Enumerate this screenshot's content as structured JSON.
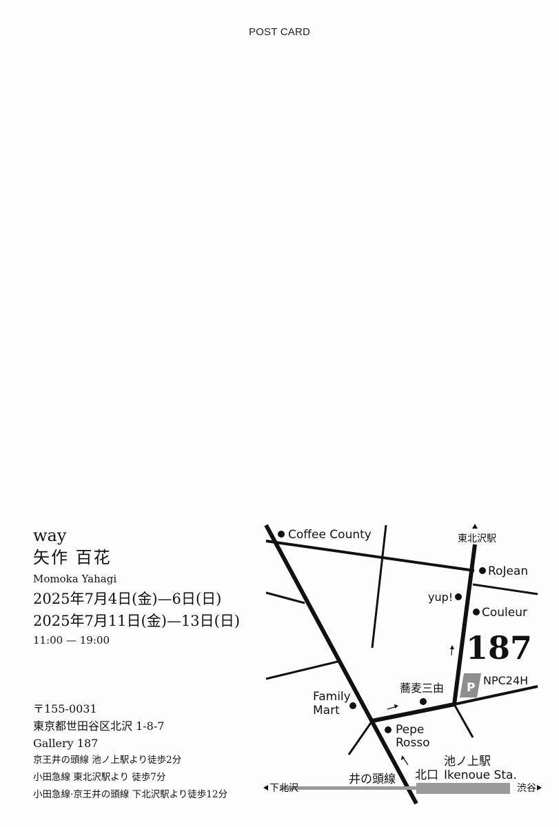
{
  "header": {
    "label": "POST CARD"
  },
  "exhibition": {
    "title": "way",
    "artist_ja": "矢作 百花",
    "artist_en": "Momoka Yahagi",
    "dates": [
      "2025年7月4日(金)—6日(日)",
      "2025年7月11日(金)—13日(日)"
    ],
    "hours": "11:00 — 19:00"
  },
  "address": {
    "postal": "〒155-0031",
    "street": "東京都世田谷区北沢 1-8-7",
    "venue": "Gallery 187",
    "access": [
      "京王井の頭線 池ノ上駅より徒歩2分",
      "小田急線 東北沢駅より 徒歩7分",
      "小田急線·京王井の頭線 下北沢駅より徒歩12分"
    ]
  },
  "map": {
    "landmarks": {
      "coffee_county": "Coffee County",
      "higashi_kitazawa_station": "東北沢駅",
      "rojean": "RoJean",
      "yup": "yup!",
      "couleur": "Couleur",
      "gallery_mark": "187",
      "npc_parking": "NPC24H",
      "parking_symbol": "P",
      "soba_sanyu": "蕎麦三由",
      "family_mart_line1": "Family",
      "family_mart_line2": "Mart",
      "pepe_rosso_line1": "Pepe",
      "pepe_rosso_line2": "Rosso",
      "ikenoue_station_ja": "池ノ上駅",
      "north_exit": "北口",
      "ikenoue_station_en": "Ikenoue Sta.",
      "inokashira_line": "井の頭線",
      "shimokitazawa": "下北沢",
      "shibuya": "渋谷"
    },
    "colors": {
      "road": "#111111",
      "railway": "#9a9a9a",
      "parking": "#8e8e8e"
    }
  }
}
